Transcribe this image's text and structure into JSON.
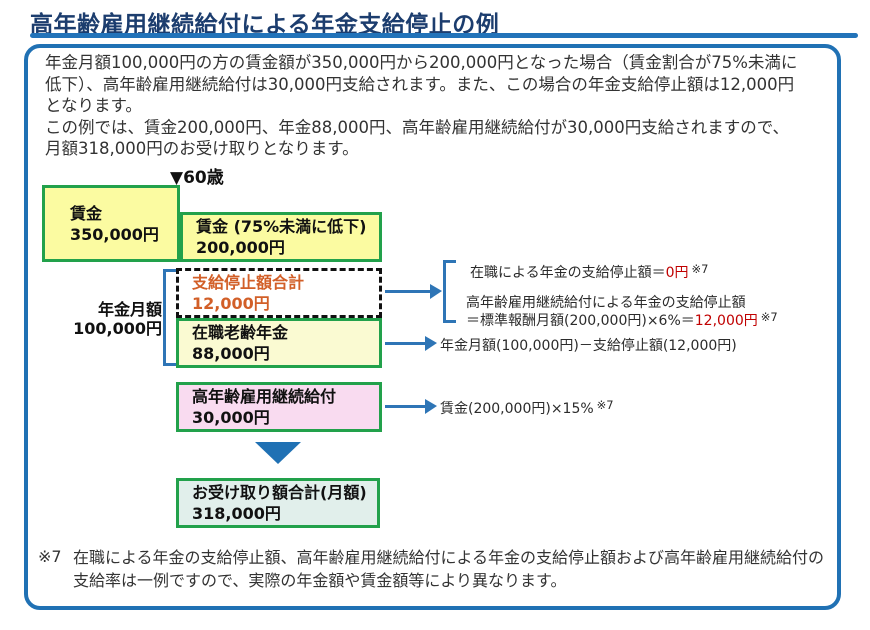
{
  "page": {
    "title": "高年齢雇用継続給付による年金支給停止の例"
  },
  "intro": {
    "lines": [
      "年金月額100,000円の方の賃金額が350,000円から200,000円となった場合（賃金割合が75%未満に",
      "低下）、高年齢雇用継続給付は30,000円支給されます。また、この場合の年金支給停止額は12,000円",
      "となります。",
      "この例では、賃金200,000円、年金88,000円、高年齢雇用継続給付が30,000円支給されますので、",
      "月額318,000円のお受け取りとなります。"
    ]
  },
  "diagram": {
    "age_marker": "▼60歳",
    "pension_label": {
      "line1": "年金月額",
      "line2": "100,000円"
    },
    "boxes": {
      "wage_before": {
        "label": "賃金",
        "value": "350,000円"
      },
      "wage_after": {
        "label": "賃金 (75%未満に低下)",
        "value": "200,000円"
      },
      "suspension": {
        "label": "支給停止額合計",
        "value": "12,000円"
      },
      "zaishoku": {
        "label": "在職老齢年金",
        "value": "88,000円"
      },
      "benefit": {
        "label": "高年齢雇用継続給付",
        "value": "30,000円"
      },
      "total": {
        "label": "お受け取り額合計(月額)",
        "value": "318,000円"
      }
    }
  },
  "annotations": {
    "suspension_detail": {
      "line1_prefix": "在職による年金の支給停止額＝",
      "line1_value": "0円",
      "line1_ref": "※7",
      "line2": "高年齢雇用継続給付による年金の支給停止額",
      "line3_prefix": "＝標準報酬月額(200,000円)×6%＝",
      "line3_value": "12,000円",
      "line3_ref": "※7"
    },
    "zaishoku_formula": "年金月額(100,000円)－支給停止額(12,000円)",
    "benefit_formula": "賃金(200,000円)×15%",
    "benefit_ref": "※7"
  },
  "footnote": {
    "marker": "※7",
    "lines": [
      "在職による年金の支給停止額、高年齢雇用継続給付による年金の支給停止額および高年齢雇用継続給付の",
      "支給率は一例ですので、実際の年金額や賃金額等により異なります。"
    ]
  },
  "colors": {
    "frame_blue": "#2071b4",
    "arrow_blue": "#2e75b6",
    "title_navy": "#1c3d6e",
    "box_border_green": "#22a14b",
    "wage_yellow": "#fbfba1",
    "zaishoku_cream": "#fafad2",
    "benefit_pink": "#f9dbf0",
    "total_teal": "#e1efeb",
    "suspension_orange": "#d25f28",
    "value_red": "#c00000"
  }
}
